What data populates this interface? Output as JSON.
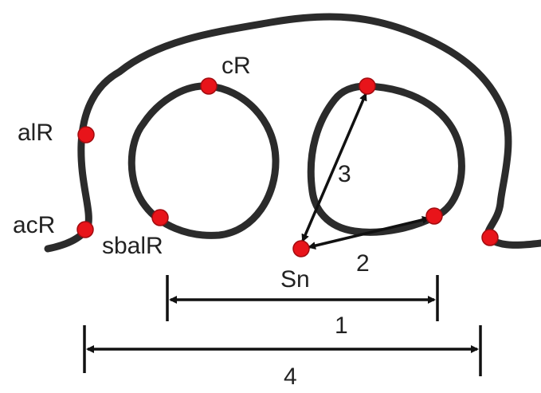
{
  "colors": {
    "outline": "#2b2b2b",
    "landmark": "#e8141a",
    "measure": "#111111",
    "text": "#222222"
  },
  "landmarks": {
    "cR": "cR",
    "alR": "alR",
    "acR": "acR",
    "sbalR": "sbalR",
    "Sn": "Sn"
  },
  "measurements": {
    "m1": "1",
    "m2": "2",
    "m3": "3",
    "m4": "4"
  }
}
